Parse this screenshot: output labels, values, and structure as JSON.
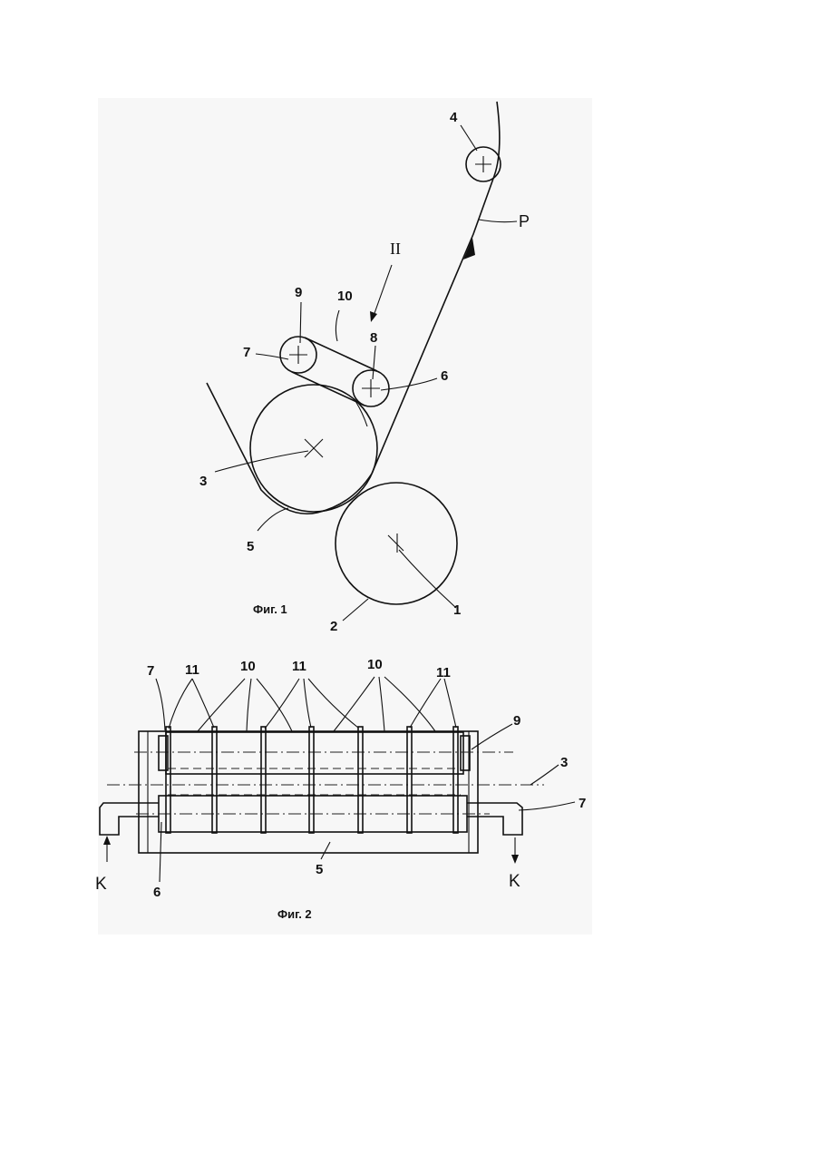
{
  "figure1": {
    "caption": "Фиг. 1",
    "labels": {
      "n1": "1",
      "n2": "2",
      "n3": "3",
      "n4": "4",
      "n5": "5",
      "n6": "6",
      "n7": "7",
      "n8": "8",
      "n9": "9",
      "n10": "10",
      "roman": "II",
      "p": "P"
    }
  },
  "figure2": {
    "caption": "Фиг. 2",
    "labels": {
      "n7_left": "7",
      "n11_a": "11",
      "n10_a": "10",
      "n11_b": "11",
      "n10_b": "10",
      "n11_c": "11",
      "n9": "9",
      "n3": "3",
      "n7_right": "7",
      "k_left": "K",
      "k_right": "K",
      "n6": "6",
      "n5": "5"
    }
  }
}
